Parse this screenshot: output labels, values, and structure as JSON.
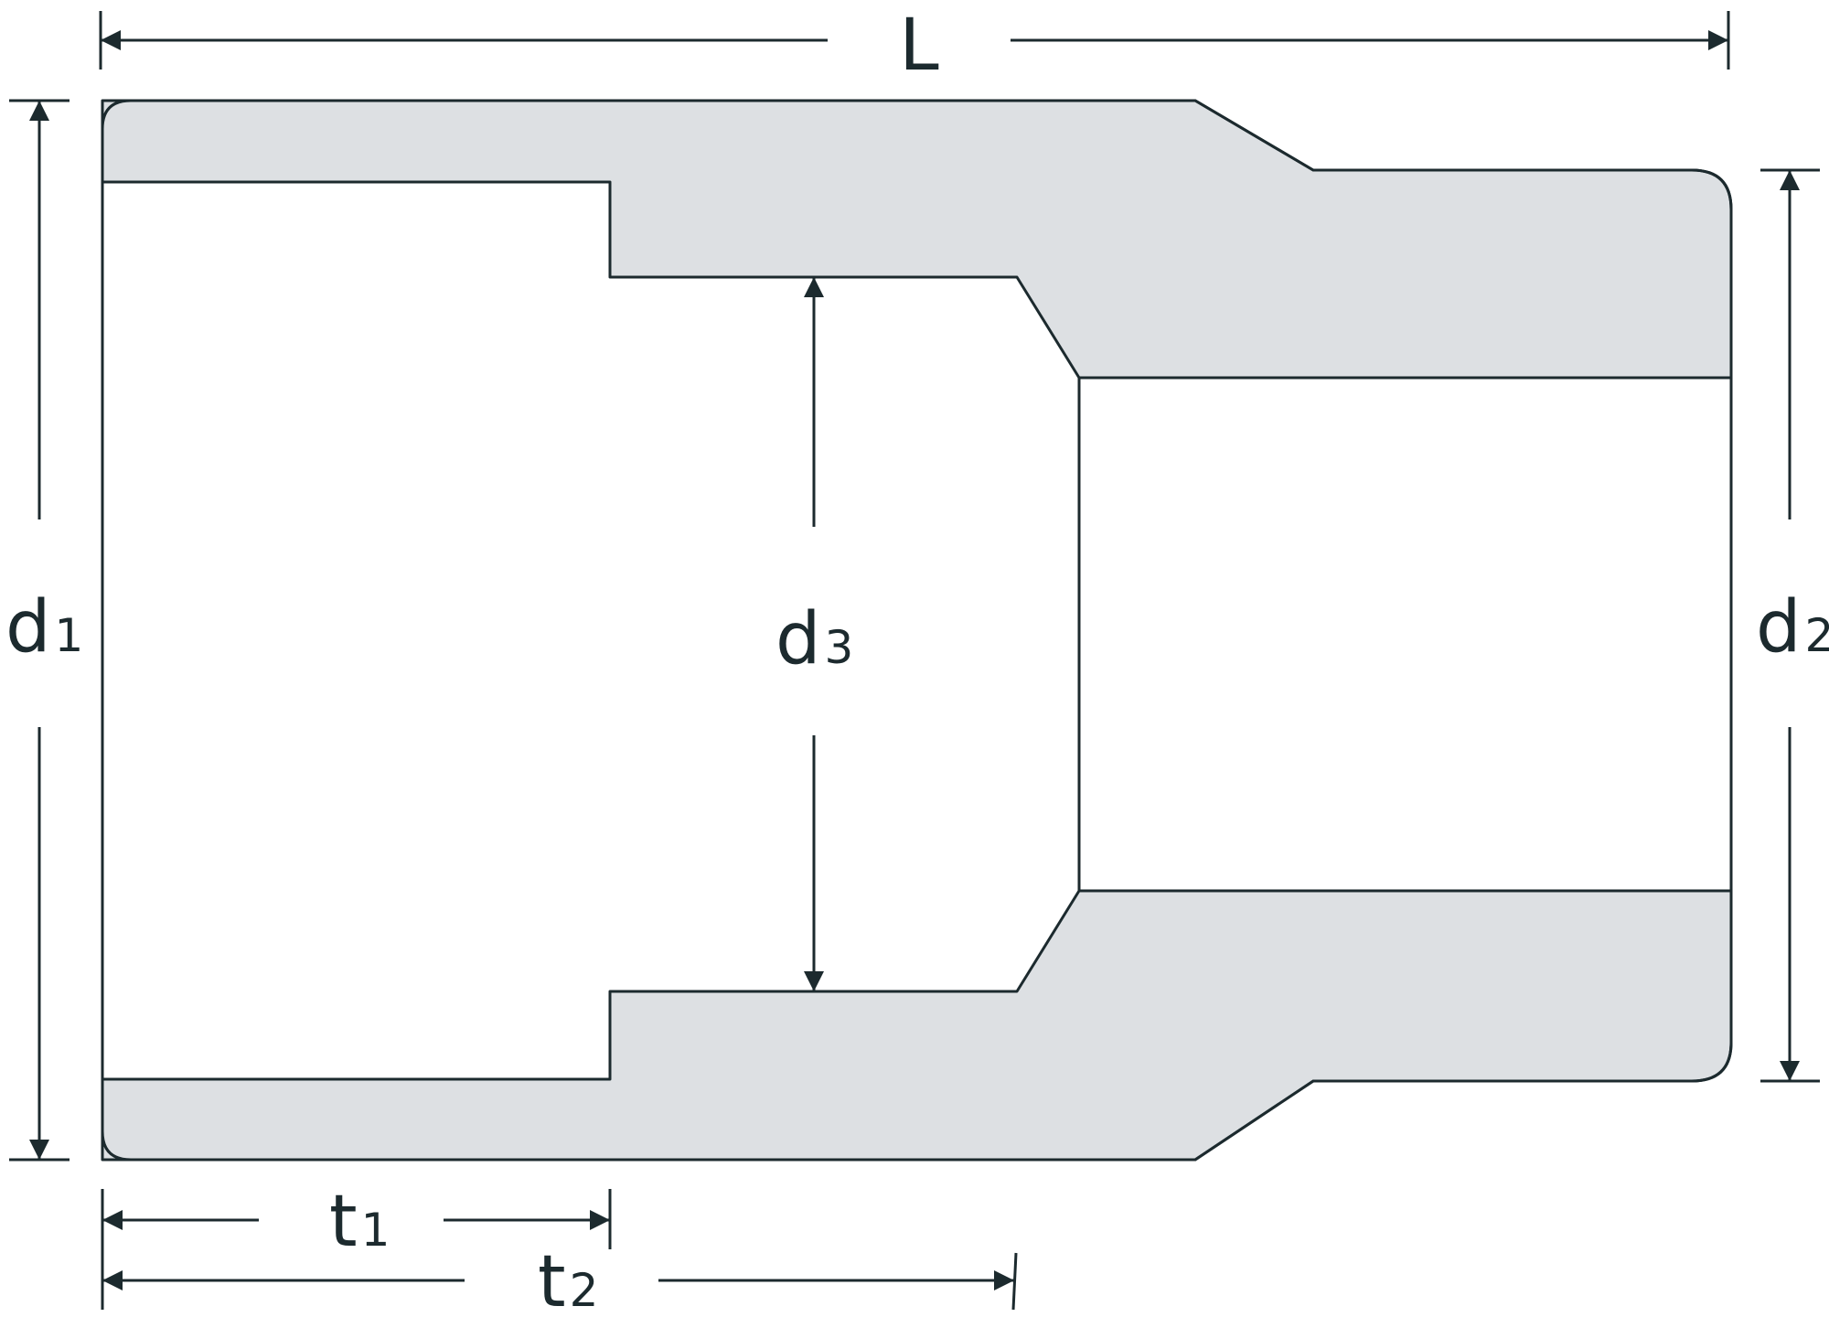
{
  "colors": {
    "fill": "#dde0e3",
    "stroke": "#1c2a2e",
    "background": "#ffffff"
  },
  "dimensions": {
    "length": "L",
    "d1": {
      "symbol": "d",
      "subscript": "1"
    },
    "d2": {
      "symbol": "d",
      "subscript": "2"
    },
    "d3": {
      "symbol": "d",
      "subscript": "3"
    },
    "t1": {
      "symbol": "t",
      "subscript": "1"
    },
    "t2": {
      "symbol": "t",
      "subscript": "2"
    }
  }
}
